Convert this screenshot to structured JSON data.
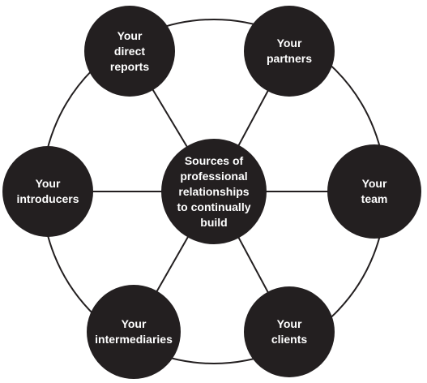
{
  "colors": {
    "node_fill": "#231f20",
    "line": "#231f20",
    "text": "#ffffff",
    "background": "#ffffff"
  },
  "center": {
    "label": "Sources of\nprofessional\nrelationships\nto continually\nbuild"
  },
  "nodes": [
    {
      "id": "direct-reports",
      "label": "Your\ndirect\nreports"
    },
    {
      "id": "partners",
      "label": "Your\npartners"
    },
    {
      "id": "introducers",
      "label": "Your\nintroducers"
    },
    {
      "id": "team",
      "label": "Your\nteam"
    },
    {
      "id": "intermediaries",
      "label": "Your\nintermediaries"
    },
    {
      "id": "clients",
      "label": "Your\nclients"
    }
  ]
}
